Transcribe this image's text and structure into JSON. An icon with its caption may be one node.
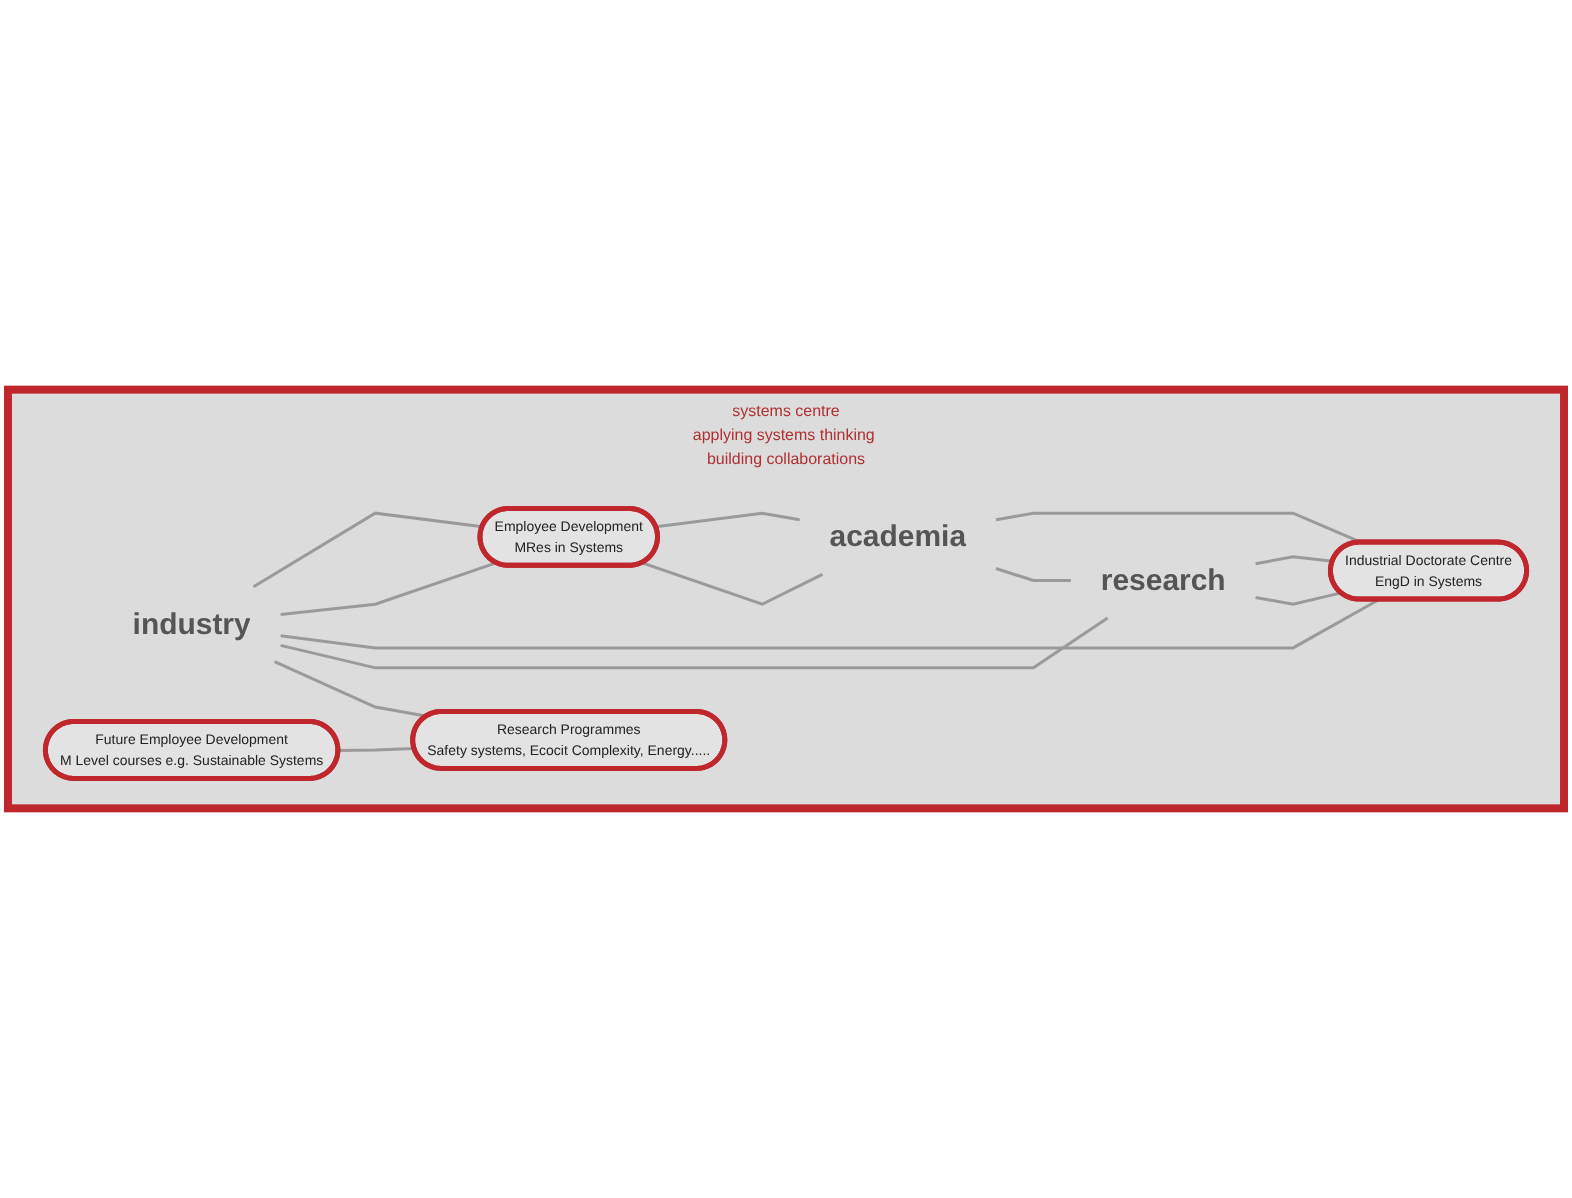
{
  "diagram": {
    "nodes": [
      {
        "text": [
          "systems centre",
          "applying systems thinking building collaborations"
        ]
      },
      {
        "text": [
          "industry"
        ],
        "in": 0
      },
      {
        "text": [
          "Employee Development",
          "MRes in Systems"
        ],
        "in": 0
      },
      {
        "text": [
          "Industrial Doctorate Centre",
          "EngD in Systems"
        ],
        "in": 0
      },
      {
        "text": [
          "research"
        ],
        "in": 0
      },
      {
        "text": [
          "academia"
        ],
        "in": 0
      },
      {
        "text": [
          "Research Programmes",
          "Safety systems, Ecocit Complexity, Energy....."
        ],
        "in": 0
      },
      {
        "text": [
          "Future Employee Development",
          "M Level courses e.g. Sustainable Systems"
        ],
        "in": 0
      }
    ],
    "edges": [
      {
        "from": 1,
        "to": 2,
        "arrow": "none"
      },
      {
        "from": 1,
        "to": 2,
        "arrow": "none"
      },
      {
        "from": 1,
        "to": 3,
        "arrow": "none"
      },
      {
        "from": 1,
        "to": 4,
        "arrow": "none"
      },
      {
        "from": 1,
        "to": 6,
        "arrow": "none"
      },
      {
        "from": 2,
        "to": 5,
        "arrow": "none"
      },
      {
        "from": 2,
        "to": 5,
        "arrow": "none"
      },
      {
        "from": 5,
        "to": 3,
        "arrow": "none"
      },
      {
        "from": 5,
        "to": 4,
        "arrow": "none"
      },
      {
        "from": 4,
        "to": 3,
        "arrow": "none"
      },
      {
        "from": 4,
        "to": 3,
        "arrow": "none"
      },
      {
        "from": 7,
        "to": 6,
        "arrow": "none"
      }
    ]
  }
}
